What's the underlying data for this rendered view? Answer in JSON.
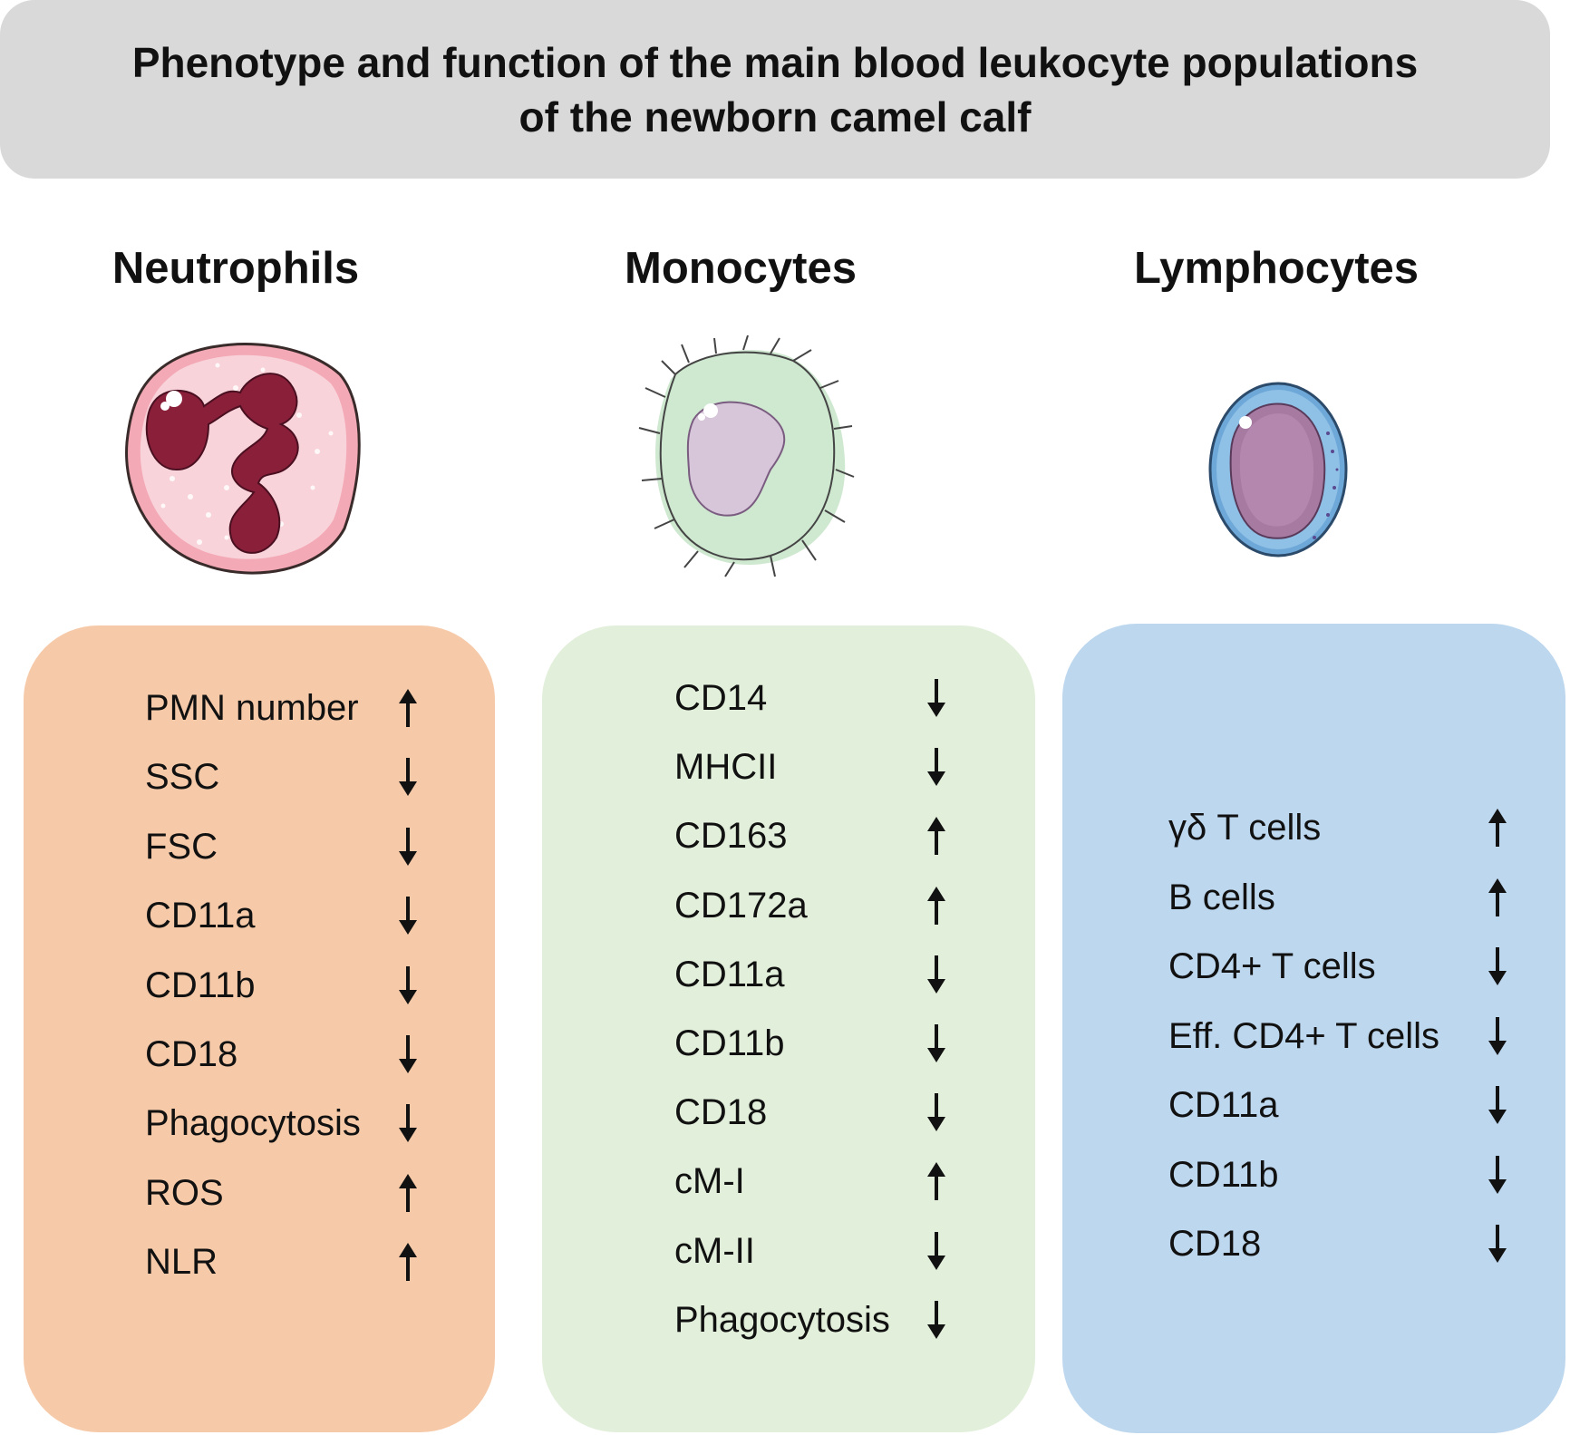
{
  "title": {
    "line1": "Phenotype and function of the main blood leukocyte populations",
    "line2": "of the newborn camel calf"
  },
  "columns": [
    {
      "heading": "Neutrophils",
      "panel_color": "#f6caa9",
      "items": [
        {
          "label": "PMN number",
          "direction": "up"
        },
        {
          "label": "SSC",
          "direction": "down"
        },
        {
          "label": "FSC",
          "direction": "down"
        },
        {
          "label": "CD11a",
          "direction": "down"
        },
        {
          "label": "CD11b",
          "direction": "down"
        },
        {
          "label": "CD18",
          "direction": "down"
        },
        {
          "label": "Phagocytosis",
          "direction": "down"
        },
        {
          "label": "ROS",
          "direction": "up"
        },
        {
          "label": "NLR",
          "direction": "up"
        }
      ]
    },
    {
      "heading": "Monocytes",
      "panel_color": "#e2efda",
      "items": [
        {
          "label": "CD14",
          "direction": "down"
        },
        {
          "label": "MHCII",
          "direction": "down"
        },
        {
          "label": "CD163",
          "direction": "up"
        },
        {
          "label": "CD172a",
          "direction": "up"
        },
        {
          "label": "CD11a",
          "direction": "down"
        },
        {
          "label": "CD11b",
          "direction": "down"
        },
        {
          "label": "CD18",
          "direction": "down"
        },
        {
          "label": "cM-I",
          "direction": "up"
        },
        {
          "label": "cM-II",
          "direction": "down"
        },
        {
          "label": "Phagocytosis",
          "direction": "down"
        }
      ]
    },
    {
      "heading": "Lymphocytes",
      "panel_color": "#bdd7ee",
      "items": [
        {
          "label": "γδ T cells",
          "direction": "up"
        },
        {
          "label": "B cells",
          "direction": "up"
        },
        {
          "label": "CD4+ T cells",
          "direction": "down"
        },
        {
          "label": "Eff. CD4+ T cells",
          "direction": "down"
        },
        {
          "label": "CD11a",
          "direction": "down"
        },
        {
          "label": "CD11b",
          "direction": "down"
        },
        {
          "label": "CD18",
          "direction": "down"
        }
      ]
    }
  ],
  "icons": {
    "neutrophil": "neutrophil-cell-icon",
    "monocyte": "monocyte-cell-icon",
    "lymphocyte": "lymphocyte-cell-icon",
    "up": "up-arrow-icon",
    "down": "down-arrow-icon"
  }
}
